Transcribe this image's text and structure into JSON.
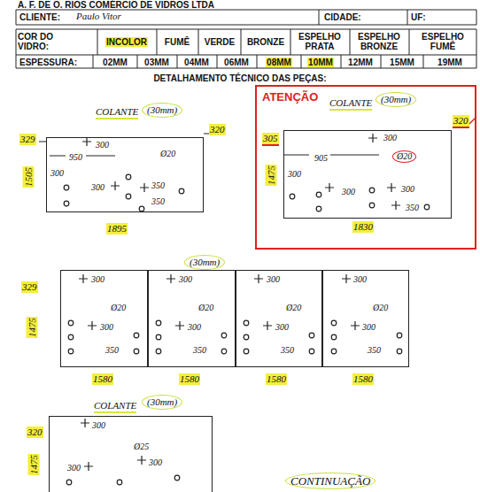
{
  "diagram": {
    "title": "A. F. DE O. RIOS COMÉRCIO DE VIDROS LTDA",
    "nodes": [
      {
        "text": [
          "300",
          "950",
          "Ø20",
          "300",
          "300",
          "350",
          "350"
        ]
      },
      {
        "text": [
          "ATENÇÃO"
        ]
      },
      {
        "text": [
          "300",
          "905",
          "Ø20",
          "300",
          "300",
          "300",
          "350"
        ],
        "in": 1
      },
      {
        "text": [
          "300",
          "Ø20",
          "300",
          "350"
        ]
      },
      {
        "text": [
          "300",
          "Ø20",
          "300",
          "350"
        ]
      },
      {
        "text": [
          "300",
          "Ø20",
          "300",
          "350"
        ]
      },
      {
        "text": [
          "300",
          "Ø20",
          "300",
          "350"
        ]
      },
      {
        "text": [
          "300",
          "Ø25",
          "300",
          "300"
        ]
      }
    ],
    "labels": [
      "CLIENTE:",
      "Paulo Vitor",
      "CIDADE:",
      "UF:",
      "COR DO VIDRO:",
      "INCOLOR",
      "FUMÊ",
      "VERDE",
      "BRONZE",
      "ESPELHO PRATA",
      "ESPELHO BRONZE",
      "ESPELHO FUMÊ",
      "ESPESSURA:",
      "02MM",
      "03MM",
      "04MM",
      "06MM",
      "08MM",
      "10MM",
      "12MM",
      "15MM",
      "19MM",
      "DETALHAMENTO TÉCNICO DAS PEÇAS:",
      "COLANTE",
      "(30mm)",
      "329",
      "320",
      "1505",
      "1895",
      "COLANTE",
      "(30mm)",
      "305",
      "320",
      "1475",
      "1830",
      "(30mm)",
      "329",
      "1475",
      "1580",
      "1580",
      "1580",
      "1580",
      "COLANTE",
      "(30mm)",
      "320",
      "1475",
      "CONTINUAÇÃO"
    ]
  }
}
